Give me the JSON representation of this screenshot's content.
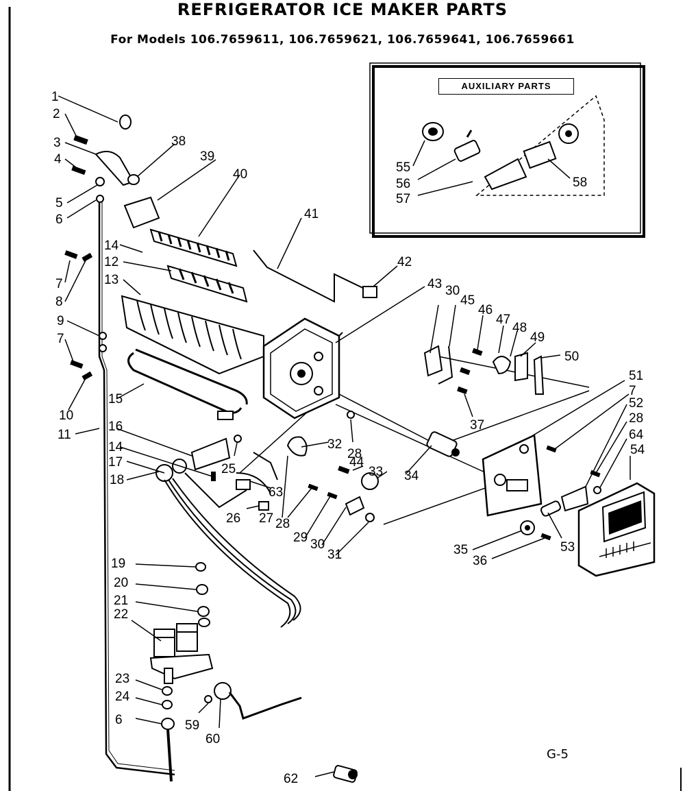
{
  "title": "REFRIGERATOR ICE MAKER PARTS",
  "subtitle": "For Models 106.7659611, 106.7659621, 106.7659641, 106.7659661",
  "aux_box_label": "AUXILIARY PARTS",
  "page_code": "G-5",
  "callouts": [
    "1",
    "2",
    "3",
    "4",
    "5",
    "6",
    "7",
    "8",
    "9",
    "7",
    "10",
    "11",
    "12",
    "13",
    "14",
    "15",
    "16",
    "14",
    "17",
    "18",
    "19",
    "20",
    "21",
    "22",
    "23",
    "24",
    "6",
    "25",
    "26",
    "27",
    "28",
    "29",
    "30",
    "31",
    "32",
    "28",
    "44",
    "33",
    "34",
    "35",
    "36",
    "37",
    "38",
    "39",
    "40",
    "41",
    "42",
    "43",
    "30",
    "45",
    "46",
    "47",
    "48",
    "49",
    "50",
    "51",
    "7",
    "52",
    "28",
    "64",
    "54",
    "53",
    "55",
    "56",
    "57",
    "58",
    "59",
    "60",
    "62",
    "63"
  ]
}
